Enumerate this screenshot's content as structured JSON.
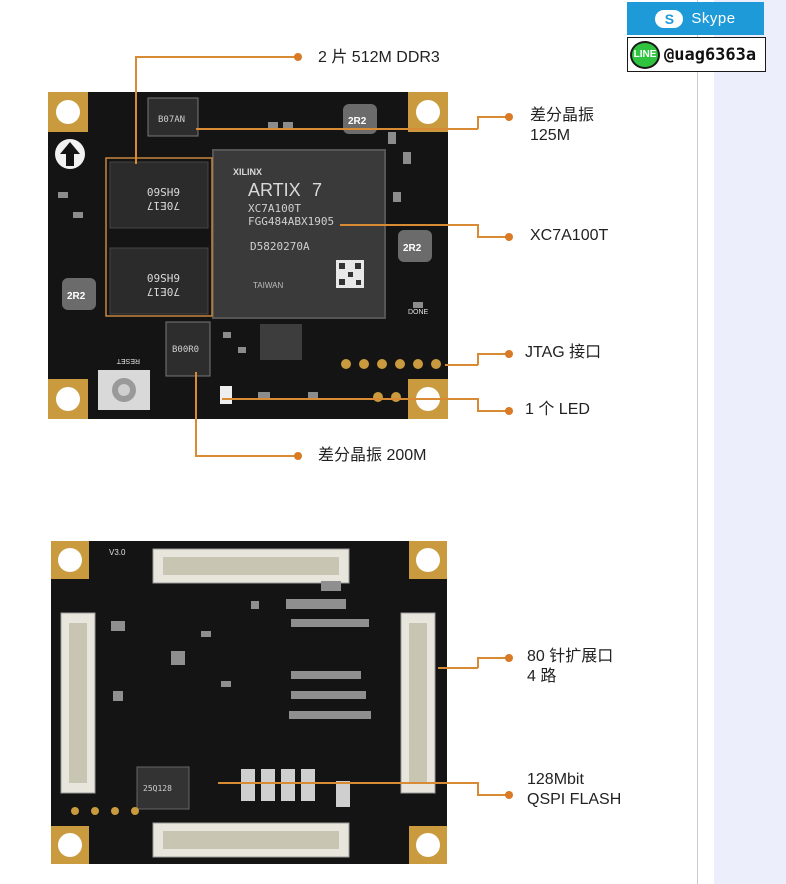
{
  "contact": {
    "skype_label": "Skype",
    "line_badge": "LINE",
    "line_id": "@uag6363a"
  },
  "top_board": {
    "chip_brand": "XILINX",
    "chip_family": "ARTIX",
    "chip_series": "7",
    "chip_part": "XC7A100T",
    "chip_package": "FGG484ABX1905",
    "chip_code": "D5820270A",
    "chip_origin": "TAIWAN",
    "ddr_marking_line1": "6HS60",
    "ddr_marking_line2": "70E17",
    "inductor_label": "2R2",
    "osc_marking": "B07AN",
    "osc2_marking": "B00R0",
    "reset_label": "RESET",
    "done_label": "DONE"
  },
  "bottom_board": {
    "version_label": "V3.0",
    "flash_marking": "25Q128"
  },
  "annotations": {
    "ddr": "2 片 512M DDR3",
    "diff_osc_125_line1": "差分晶振",
    "diff_osc_125_line2": "125M",
    "fpga": "XC7A100T",
    "jtag": "JTAG 接口",
    "led": "1 个 LED",
    "diff_osc_200": "差分晶振 200M",
    "expansion_line1": "80 针扩展口",
    "expansion_line2": "4 路",
    "flash_line1": "128Mbit",
    "flash_line2": "QSPI FLASH"
  }
}
